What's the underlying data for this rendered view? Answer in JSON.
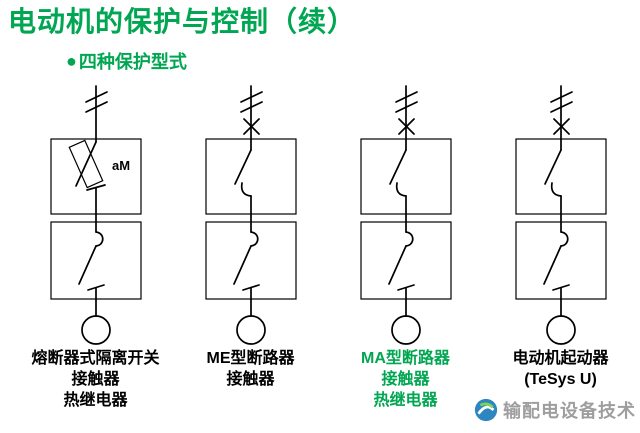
{
  "title": "电动机的保护与控制（续）",
  "subtitle": {
    "bullet": "●",
    "text": "四种保护型式"
  },
  "columns": [
    {
      "label": "熔断器式隔离开关\n接触器\n热继电器",
      "fuse_label": "aM"
    },
    {
      "label": "ME型断路器\n接触器"
    },
    {
      "label": "MA型断路器\n接触器\n热继电器"
    },
    {
      "label": "电动机起动器\n(TeSys U)"
    }
  ],
  "watermark": {
    "text": "输配电设备技术"
  },
  "colors": {
    "green": "#00A651",
    "black": "#000000",
    "watermark_gray": "#9e9e9e"
  }
}
